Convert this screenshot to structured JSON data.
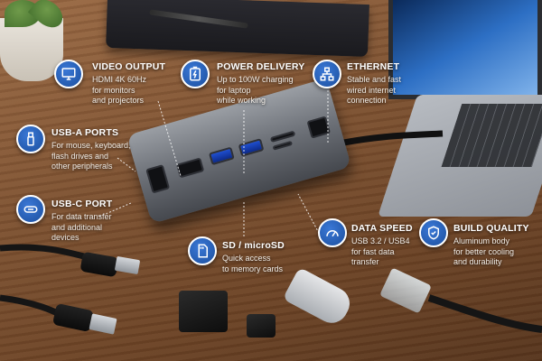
{
  "features": [
    {
      "id": "video",
      "title": "VIDEO OUTPUT",
      "desc": [
        "HDMI 4K 60Hz",
        "for monitors",
        "and projectors"
      ],
      "icon": "monitor-icon"
    },
    {
      "id": "power",
      "title": "POWER DELIVERY",
      "desc": [
        "Up to 100W charging",
        "for laptop",
        "while working"
      ],
      "icon": "battery-bolt-icon"
    },
    {
      "id": "ethernet",
      "title": "ETHERNET",
      "desc": [
        "Stable and fast",
        "wired internet",
        "connection"
      ],
      "icon": "network-icon"
    },
    {
      "id": "usba",
      "title": "USB-A PORTS",
      "desc": [
        "For mouse, keyboard,",
        "flash drives and",
        "other peripherals"
      ],
      "icon": "usb-stick-icon"
    },
    {
      "id": "usbc",
      "title": "USB-C PORT",
      "desc": [
        "For data transfer",
        "and additional",
        "devices"
      ],
      "icon": "usb-c-icon"
    },
    {
      "id": "sd",
      "title": "SD / microSD",
      "desc": [
        "Quick access",
        "to memory cards"
      ],
      "icon": "sd-card-icon"
    },
    {
      "id": "speed",
      "title": "DATA SPEED",
      "desc": [
        "USB 3.2 / USB4",
        "for fast data",
        "transfer"
      ],
      "icon": "speedometer-icon"
    },
    {
      "id": "build",
      "title": "BUILD QUALITY",
      "desc": [
        "Aluminum body",
        "for better cooling",
        "and durability"
      ],
      "icon": "shield-check-icon"
    }
  ],
  "colors": {
    "icon_blue": "#2a66c2",
    "usb_blue": "#1f4fd0",
    "wood": "#7d5232"
  }
}
